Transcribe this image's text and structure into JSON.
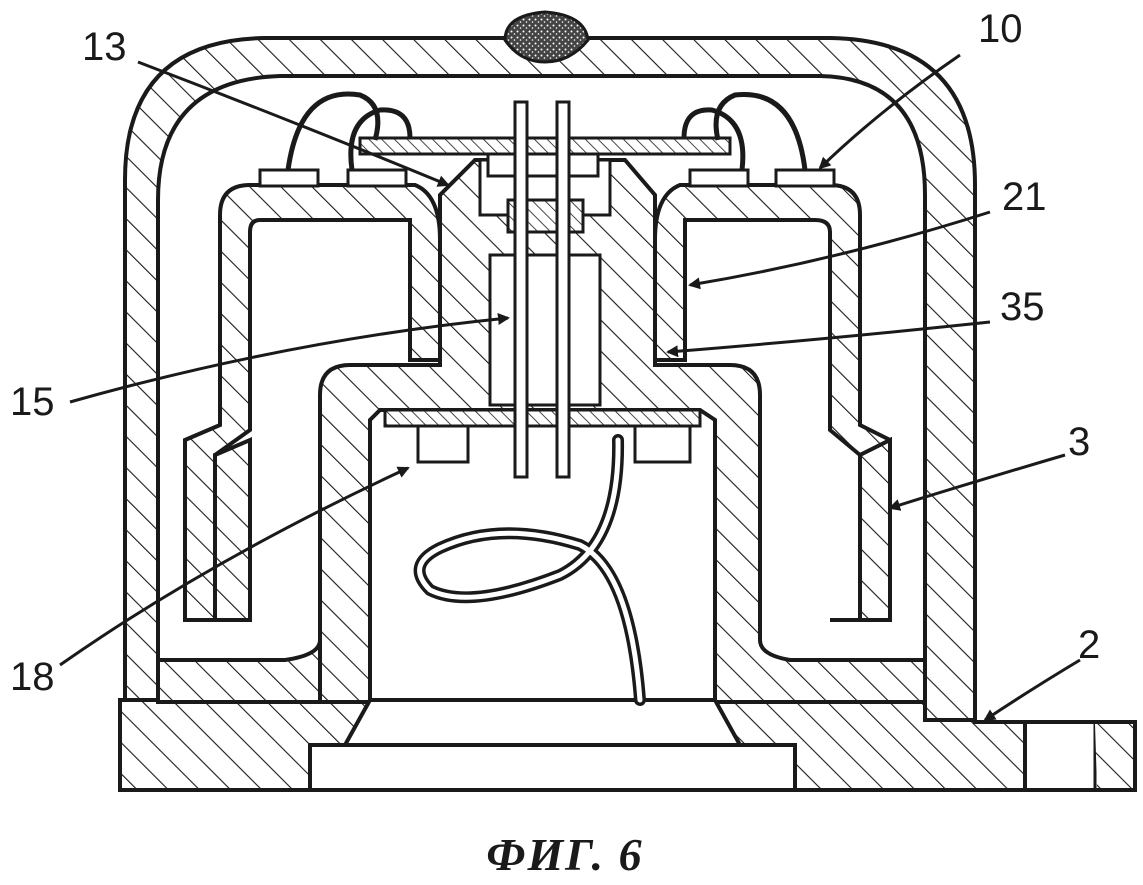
{
  "figure": {
    "caption": "ФИГ. 6",
    "labels": {
      "l13": "13",
      "l10": "10",
      "l21": "21",
      "l35": "35",
      "l15": "15",
      "l3": "3",
      "l2": "2",
      "l18": "18"
    },
    "colors": {
      "ink": "#1a1a1a",
      "paper": "#ffffff"
    }
  }
}
